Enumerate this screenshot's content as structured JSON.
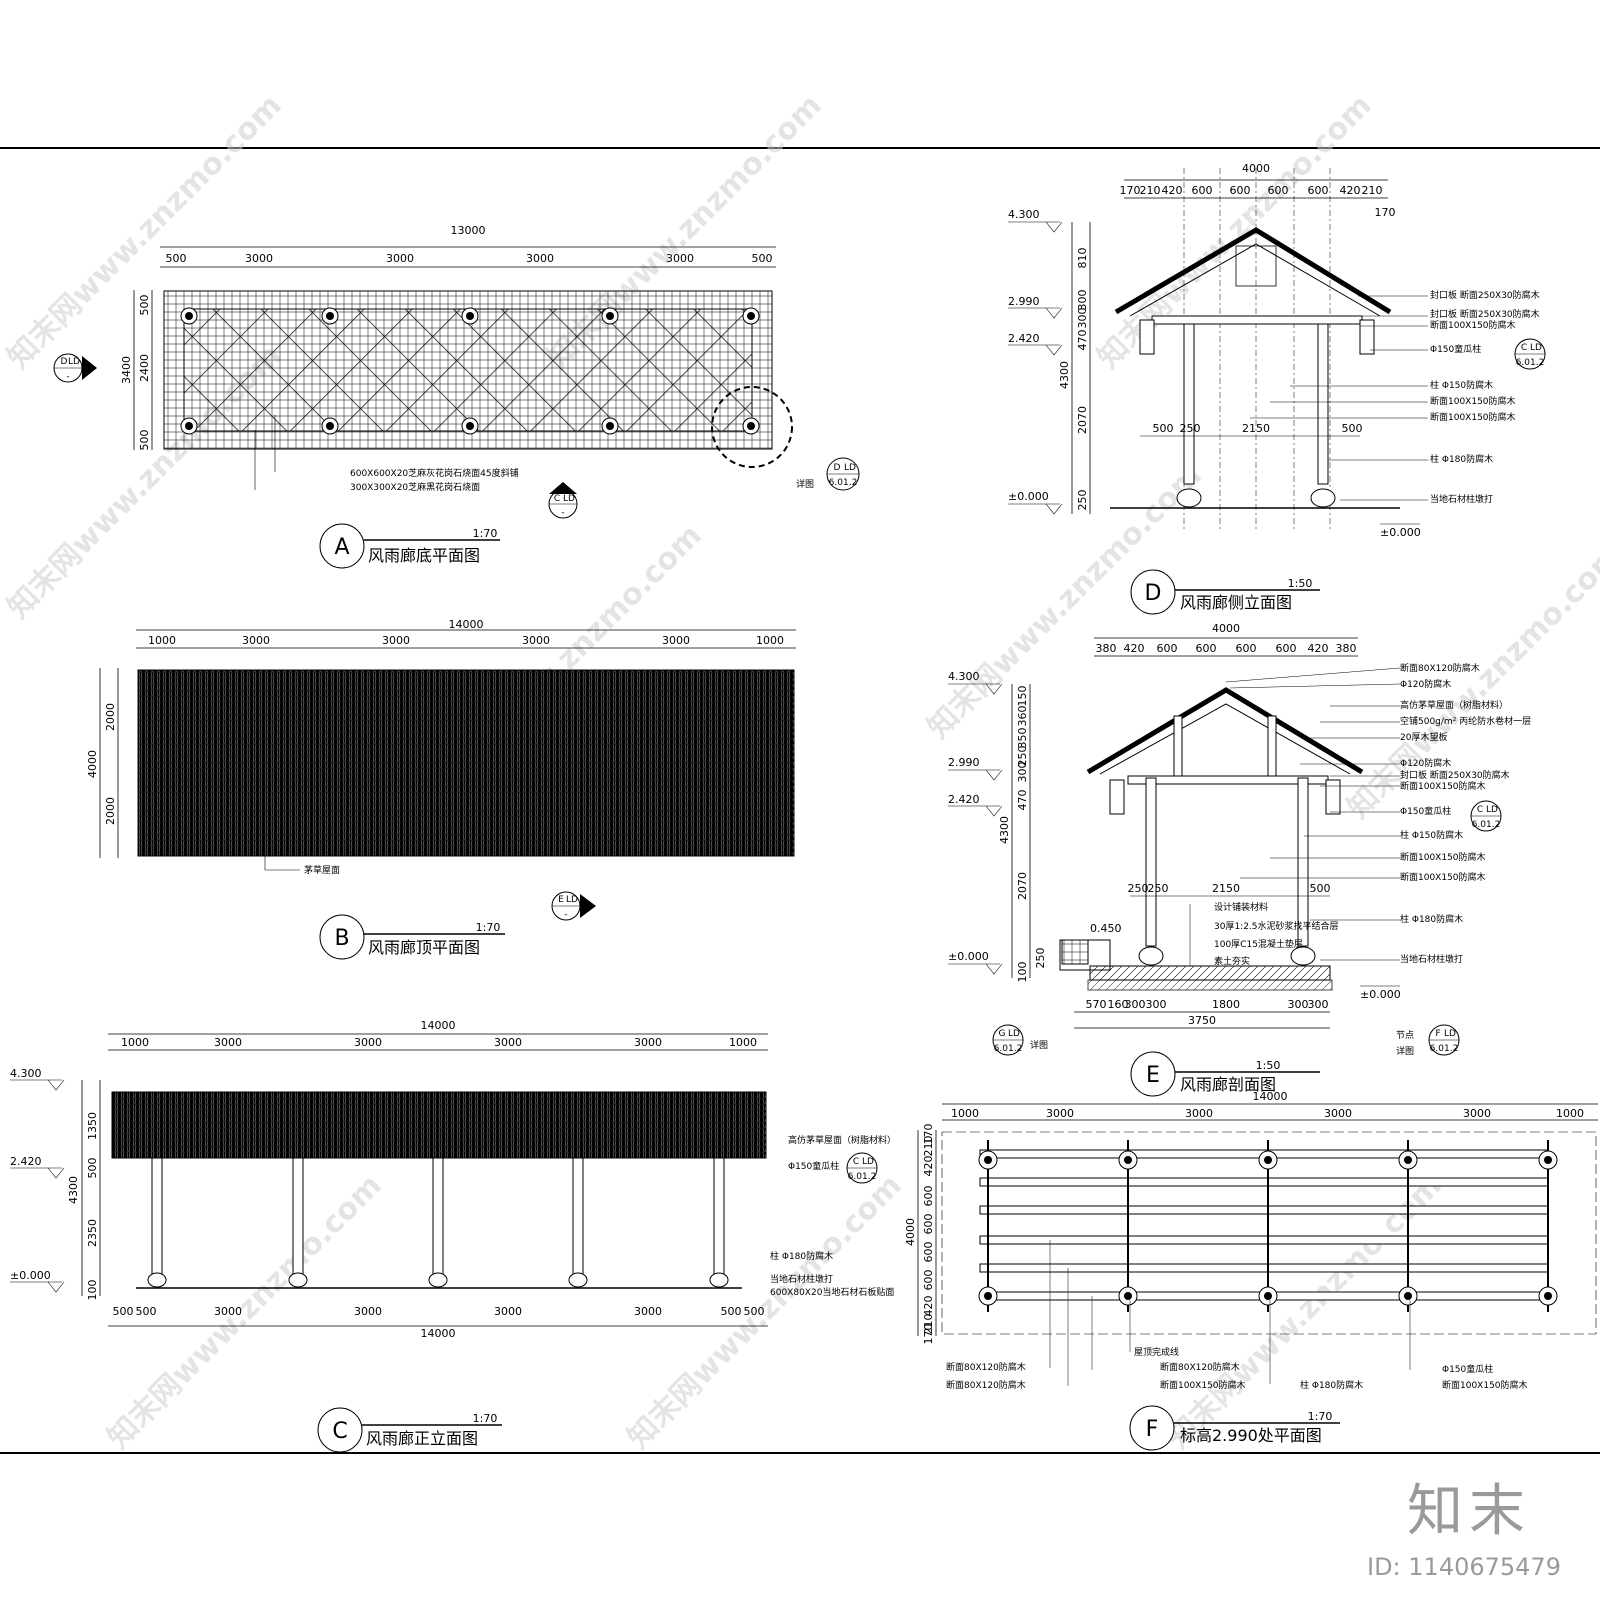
{
  "views": {
    "A": {
      "letter": "A",
      "title": "风雨廊底平面图",
      "scale": "1:70",
      "overall": "13000",
      "dims": [
        "500",
        "3000",
        "3000",
        "3000",
        "3000",
        "500"
      ],
      "vdims": [
        "500",
        "2400",
        "500",
        "3400"
      ],
      "notes": [
        "600X600X20芝麻灰花岗石烧面45度斜铺",
        "300X300X20芝麻黑花岗石烧面"
      ],
      "detail_label": "详图",
      "refs": [
        {
          "a": "D",
          "b": "LD",
          "c": "-"
        },
        {
          "a": "C",
          "b": "LD",
          "c": "-"
        },
        {
          "a": "D",
          "b": "LD",
          "c": "6.01.2"
        }
      ]
    },
    "B": {
      "letter": "B",
      "title": "风雨廊顶平面图",
      "scale": "1:70",
      "overall": "14000",
      "dims": [
        "1000",
        "3000",
        "3000",
        "3000",
        "3000",
        "1000"
      ],
      "vdims": [
        "2000",
        "2000",
        "4000"
      ],
      "note": "茅草屋面",
      "refs": [
        {
          "a": "E",
          "b": "LD",
          "c": "-"
        }
      ]
    },
    "C": {
      "letter": "C",
      "title": "风雨廊正立面图",
      "scale": "1:70",
      "overall": "14000",
      "dims": [
        "1000",
        "3000",
        "3000",
        "3000",
        "3000",
        "1000"
      ],
      "bdims": [
        "500",
        "500",
        "3000",
        "3000",
        "3000",
        "3000",
        "500",
        "500"
      ],
      "boverall": "14000",
      "levels": [
        "4.300",
        "2.420",
        "±0.000"
      ],
      "vdims": [
        "1350",
        "500",
        "2350",
        "100",
        "4300"
      ],
      "notes": [
        "高仿茅草屋面（树脂材料）",
        "Φ150童瓜柱",
        "柱 Φ180防腐木",
        "当地石材柱墩打",
        "600X80X20当地石材石板贴面"
      ],
      "refs": [
        {
          "a": "C",
          "b": "LD",
          "c": "6.01.2"
        }
      ]
    },
    "D": {
      "letter": "D",
      "title": "风雨廊侧立面图",
      "scale": "1:50",
      "overall": "4000",
      "dims": [
        "170",
        "210",
        "420",
        "600",
        "600",
        "600",
        "600",
        "420",
        "210"
      ],
      "dim_extra": "170",
      "levels": [
        "4.300",
        "2.990",
        "2.420",
        "±0.000",
        "±0.000"
      ],
      "vdims": [
        "810",
        "300",
        "300",
        "470",
        "4300",
        "2070",
        "250"
      ],
      "hdims": [
        "500",
        "250",
        "2150",
        "500"
      ],
      "notes": [
        "封口板  断面250X30防腐木",
        "封口板  断面250X30防腐木",
        "断面100X150防腐木",
        "Φ150童瓜柱",
        "柱 Φ150防腐木",
        "断面100X150防腐木",
        "断面100X150防腐木",
        "柱 Φ180防腐木",
        "当地石材柱墩打"
      ],
      "refs": [
        {
          "a": "C",
          "b": "LD",
          "c": "6.01.2"
        }
      ]
    },
    "E": {
      "letter": "E",
      "title": "风雨廊剖面图",
      "scale": "1:50",
      "overall": "4000",
      "dims": [
        "380",
        "420",
        "600",
        "600",
        "600",
        "600",
        "420",
        "380"
      ],
      "levels": [
        "4.300",
        "2.990",
        "2.420",
        "±0.000",
        "0.450",
        "±0.000"
      ],
      "vdims": [
        "150",
        "360",
        "350",
        "250",
        "300",
        "470",
        "4300",
        "2070",
        "250",
        "100"
      ],
      "hdims": [
        "250",
        "250",
        "2150",
        "500"
      ],
      "bdims": [
        "570",
        "160",
        "300",
        "300",
        "1800",
        "300",
        "300"
      ],
      "boverall": "3750",
      "notes": [
        "断面80X120防腐木",
        "Φ120防腐木",
        "高仿茅草屋面（树脂材料）",
        "空铺500g/m² 丙纶防水卷材一层",
        "20厚木望板",
        "Φ120防腐木",
        "封口板 断面250X30防腐木",
        "断面100X150防腐木",
        "Φ150童瓜柱",
        "柱 Φ150防腐木",
        "断面100X150防腐木",
        "断面100X150防腐木",
        "柱 Φ180防腐木",
        "当地石材柱墩打"
      ],
      "layers": [
        "设计铺装材料",
        "30厚1:2.5水泥砂浆找平结合层",
        "100厚C15混凝土垫层",
        "素土夯实"
      ],
      "detail_left": "详图",
      "detail_right": "详图",
      "node_label": "节点",
      "refs": [
        {
          "a": "C",
          "b": "LD",
          "c": "6.01.2"
        },
        {
          "a": "G",
          "b": "LD",
          "c": "6.01.2"
        },
        {
          "a": "F",
          "b": "LD",
          "c": "6.01.2"
        }
      ]
    },
    "F": {
      "letter": "F",
      "title": "标高2.990处平面图",
      "scale": "1:70",
      "overall": "14000",
      "dims": [
        "1000",
        "3000",
        "3000",
        "3000",
        "3000",
        "1000"
      ],
      "vdims": [
        "170",
        "210",
        "420",
        "600",
        "600",
        "600",
        "600",
        "420",
        "210",
        "170",
        "4000"
      ],
      "notes": [
        "断面80X120防腐木",
        "断面80X120防腐木",
        "屋顶完成线",
        "断面80X120防腐木",
        "断面100X150防腐木",
        "柱 Φ180防腐木",
        "Φ150童瓜柱",
        "断面100X150防腐木"
      ]
    }
  },
  "watermark": "知末网www.znzmo.com",
  "brand": "知末",
  "id_label": "ID: 1140675479"
}
